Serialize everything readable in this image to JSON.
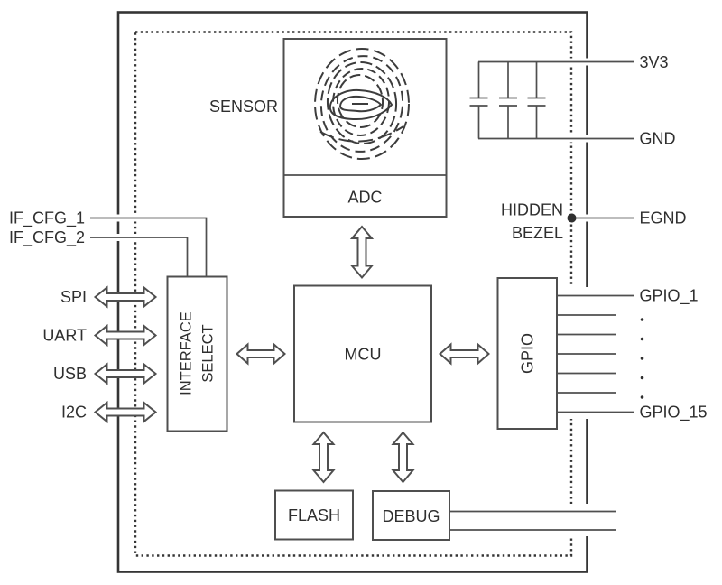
{
  "diagram": {
    "colors": {
      "line": "#4f4f4f",
      "border": "#353535",
      "text": "#2f2f2f"
    },
    "blocks": {
      "sensor": {
        "label": "SENSOR",
        "adc": "ADC"
      },
      "interface_select": {
        "line1": "INTERFACE",
        "line2": "SELECT"
      },
      "mcu": {
        "label": "MCU"
      },
      "gpio": {
        "label": "GPIO"
      },
      "flash": {
        "label": "FLASH"
      },
      "debug": {
        "label": "DEBUG"
      }
    },
    "left_pins": [
      {
        "label": "IF_CFG_1"
      },
      {
        "label": "IF_CFG_2"
      },
      {
        "label": "SPI"
      },
      {
        "label": "UART"
      },
      {
        "label": "USB"
      },
      {
        "label": "I2C"
      }
    ],
    "right_pins": {
      "power": "3V3",
      "ground": "GND",
      "bezel_ground": "EGND",
      "gpio_first": "GPIO_1",
      "gpio_last": "GPIO_15"
    },
    "annotations": {
      "hidden_bezel_line1": "HIDDEN",
      "hidden_bezel_line2": "BEZEL"
    }
  }
}
